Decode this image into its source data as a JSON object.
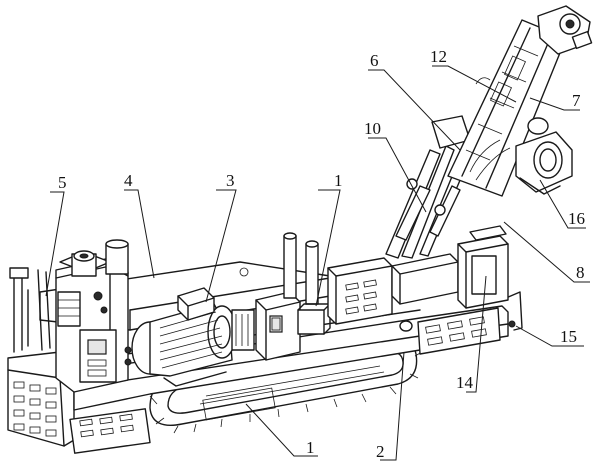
{
  "callouts": {
    "c1a": "1",
    "c1b": "1",
    "c2": "2",
    "c3": "3",
    "c4": "4",
    "c5": "5",
    "c6": "6",
    "c7": "7",
    "c8": "8",
    "c10": "10",
    "c12": "12",
    "c14": "14",
    "c15": "15",
    "c16": "16"
  }
}
